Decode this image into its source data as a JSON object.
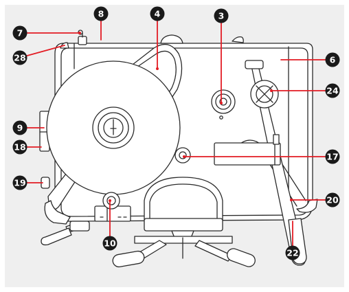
{
  "colors": {
    "panel": "#efefef",
    "outline": "#2a2a2a",
    "accent": "#e31b23",
    "badge": "#1a1a1a",
    "badge_text": "#ffffff",
    "fill": "#ffffff",
    "shade": "#d8d8d8"
  },
  "callouts": {
    "c8": "8",
    "c7": "7",
    "c28": "28",
    "c4": "4",
    "c3": "3",
    "c6": "6",
    "c24": "24",
    "c9": "9",
    "c18": "18",
    "c17": "17",
    "c19": "19",
    "c20": "20",
    "c22": "22",
    "c10": "10"
  }
}
